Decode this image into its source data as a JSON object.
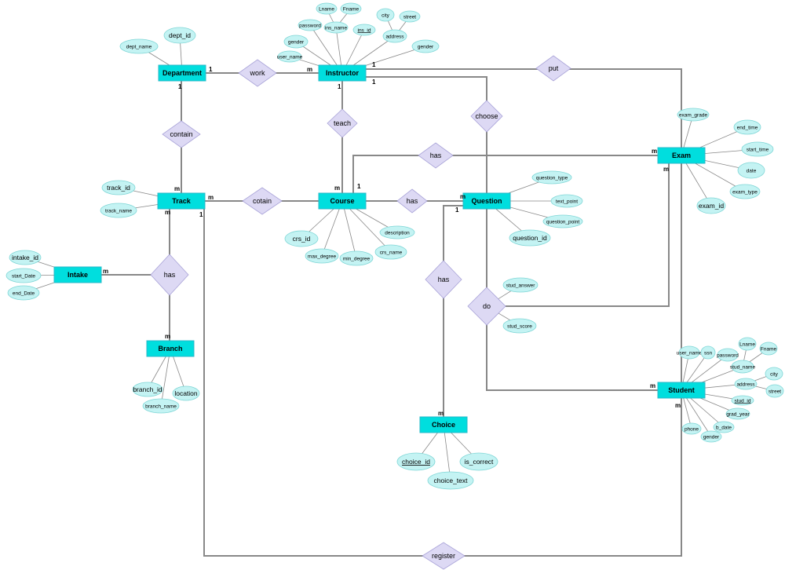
{
  "entities": [
    {
      "id": "department",
      "label": "Department"
    },
    {
      "id": "instructor",
      "label": "Instructor"
    },
    {
      "id": "track",
      "label": "Track"
    },
    {
      "id": "course",
      "label": "Course"
    },
    {
      "id": "question",
      "label": "Question"
    },
    {
      "id": "exam",
      "label": "Exam"
    },
    {
      "id": "intake",
      "label": "Intake"
    },
    {
      "id": "branch",
      "label": "Branch"
    },
    {
      "id": "choice",
      "label": "Choice"
    },
    {
      "id": "student",
      "label": "Student"
    }
  ],
  "relationships": [
    {
      "id": "work",
      "label": "work"
    },
    {
      "id": "put",
      "label": "put"
    },
    {
      "id": "contain",
      "label": "contain"
    },
    {
      "id": "teach",
      "label": "teach"
    },
    {
      "id": "choose",
      "label": "choose"
    },
    {
      "id": "has_exam",
      "label": "has"
    },
    {
      "id": "cotain",
      "label": "cotain"
    },
    {
      "id": "has_question",
      "label": "has"
    },
    {
      "id": "has_track",
      "label": "has"
    },
    {
      "id": "has_choice",
      "label": "has"
    },
    {
      "id": "do",
      "label": "do"
    },
    {
      "id": "register",
      "label": "register"
    }
  ],
  "attributes": [
    {
      "id": "dept_id",
      "label": "dept_id",
      "key": false
    },
    {
      "id": "dept_name",
      "label": "dept_name",
      "key": false
    },
    {
      "id": "ins_lname",
      "label": "Lname",
      "key": false
    },
    {
      "id": "ins_fname",
      "label": "Fname",
      "key": false
    },
    {
      "id": "ins_name",
      "label": "ins_name",
      "key": false
    },
    {
      "id": "ins_id",
      "label": "ins_id",
      "key": true
    },
    {
      "id": "ins_password",
      "label": "password",
      "key": false
    },
    {
      "id": "ins_gender",
      "label": "gender",
      "key": false
    },
    {
      "id": "ins_user_name",
      "label": "user_name",
      "key": false
    },
    {
      "id": "ins_city",
      "label": "city",
      "key": false
    },
    {
      "id": "ins_street",
      "label": "street",
      "key": false
    },
    {
      "id": "ins_address",
      "label": "address",
      "key": false
    },
    {
      "id": "ins_gender2",
      "label": "gender",
      "key": false
    },
    {
      "id": "track_id",
      "label": "track_id",
      "key": false
    },
    {
      "id": "track_name",
      "label": "track_name",
      "key": false
    },
    {
      "id": "crs_id",
      "label": "crs_id",
      "key": false
    },
    {
      "id": "max_degree",
      "label": "max_degree",
      "key": false
    },
    {
      "id": "min_degree",
      "label": "min_degree",
      "key": false
    },
    {
      "id": "crs_name",
      "label": "crs_name",
      "key": false
    },
    {
      "id": "description",
      "label": "description",
      "key": false
    },
    {
      "id": "question_type",
      "label": "question_type",
      "key": false
    },
    {
      "id": "text_point",
      "label": "text_point",
      "key": false
    },
    {
      "id": "question_point",
      "label": "question_point",
      "key": false
    },
    {
      "id": "question_id",
      "label": "question_id",
      "key": false
    },
    {
      "id": "exam_grade",
      "label": "exam_grade",
      "key": false
    },
    {
      "id": "end_time",
      "label": "end_time",
      "key": false
    },
    {
      "id": "start_time",
      "label": "start_time",
      "key": false
    },
    {
      "id": "date",
      "label": "date",
      "key": false
    },
    {
      "id": "exam_type",
      "label": "exam_type",
      "key": false
    },
    {
      "id": "exam_id",
      "label": "exam_id",
      "key": false
    },
    {
      "id": "intake_id",
      "label": "intake_id",
      "key": false
    },
    {
      "id": "start_date",
      "label": "start_Date",
      "key": false
    },
    {
      "id": "end_date",
      "label": "end_Date",
      "key": false
    },
    {
      "id": "branch_id",
      "label": "branch_id",
      "key": false
    },
    {
      "id": "location",
      "label": "location",
      "key": false
    },
    {
      "id": "branch_name",
      "label": "branch_name",
      "key": false
    },
    {
      "id": "stud_answer",
      "label": "stud_answer",
      "key": false
    },
    {
      "id": "stud_score",
      "label": "stud_score",
      "key": false
    },
    {
      "id": "choice_id",
      "label": "choice_id",
      "key": true
    },
    {
      "id": "choice_text",
      "label": "choice_text",
      "key": false
    },
    {
      "id": "is_correct",
      "label": "is_correct",
      "key": false
    },
    {
      "id": "st_user_name",
      "label": "user_name",
      "key": false
    },
    {
      "id": "ssn",
      "label": "ssn",
      "key": false
    },
    {
      "id": "st_password",
      "label": "password",
      "key": false
    },
    {
      "id": "st_lname",
      "label": "Lname",
      "key": false
    },
    {
      "id": "st_fname",
      "label": "Fname",
      "key": false
    },
    {
      "id": "stud_name",
      "label": "stud_name",
      "key": false
    },
    {
      "id": "st_city",
      "label": "city",
      "key": false
    },
    {
      "id": "st_address",
      "label": "address",
      "key": false
    },
    {
      "id": "st_street",
      "label": "street",
      "key": false
    },
    {
      "id": "stud_id",
      "label": "stud_id",
      "key": true
    },
    {
      "id": "grad_year",
      "label": "grad_year",
      "key": false
    },
    {
      "id": "b_date",
      "label": "b_date",
      "key": false
    },
    {
      "id": "st_gender",
      "label": "gender",
      "key": false
    },
    {
      "id": "phone",
      "label": "phone",
      "key": false
    }
  ],
  "cardinalities": [
    "1",
    "m",
    "1",
    "m",
    "1",
    "m",
    "1",
    "1",
    "m",
    "m",
    "m",
    "1",
    "m",
    "1",
    "m",
    "m",
    "m",
    "m",
    "m",
    "m",
    "1"
  ]
}
